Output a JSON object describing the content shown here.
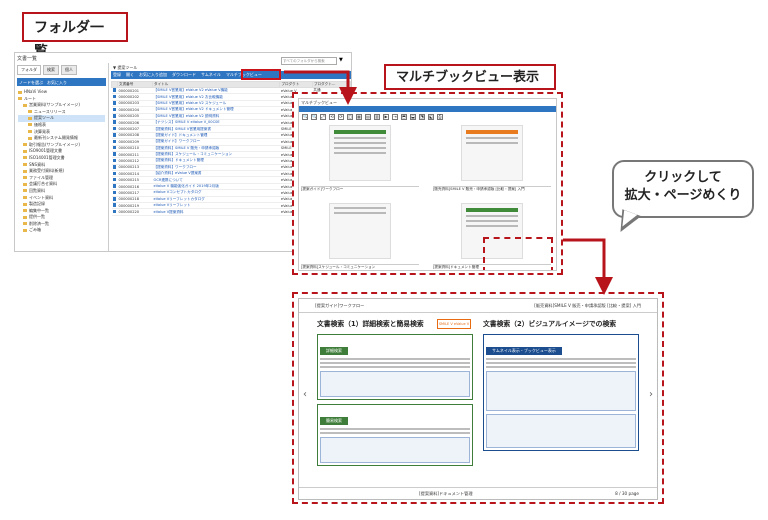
{
  "labels": {
    "folder_list": "フォルダ一覧",
    "multi_book_view": "マルチブックビュー表示",
    "bubble_line1": "クリックして",
    "bubble_line2": "拡大・ページめくり"
  },
  "app": {
    "title": "文書一覧",
    "left_tabs": [
      "フォルダ",
      "検索",
      "個人"
    ],
    "left_toolbar": "ノードを選ぶ　お気に入り",
    "tree": [
      {
        "label": "HNaVi View",
        "selected": false
      },
      {
        "label": "ルート",
        "selected": false
      },
      {
        "label": "営業資料(サンプルイメージ)",
        "selected": false
      },
      {
        "label": "ニュースリリース",
        "selected": false
      },
      {
        "label": "提案ツール",
        "selected": true
      },
      {
        "label": "価格表",
        "selected": false
      },
      {
        "label": "決算発表",
        "selected": false
      },
      {
        "label": "最新刊システム開発情報",
        "selected": false
      },
      {
        "label": "取引報告(サンプルイメージ)",
        "selected": false
      },
      {
        "label": "ISO9001管理文書",
        "selected": false
      },
      {
        "label": "ISO14001管理文書",
        "selected": false
      },
      {
        "label": "SNS資料",
        "selected": false
      },
      {
        "label": "業務受付資料(新規)",
        "selected": false
      },
      {
        "label": "ファイル管理",
        "selected": false
      },
      {
        "label": "会議打合せ資料",
        "selected": false
      },
      {
        "label": "回覧資料",
        "selected": false
      },
      {
        "label": "イベント資料",
        "selected": false
      },
      {
        "label": "製造記録",
        "selected": false
      },
      {
        "label": "編集中一覧",
        "selected": false
      },
      {
        "label": "提供一覧",
        "selected": false
      },
      {
        "label": "削除済一覧",
        "selected": false
      },
      {
        "label": "ごみ箱",
        "selected": false
      }
    ],
    "search_placeholder": "すべてのフォルダから検索",
    "breadcrumb": "▼ 提案ツール",
    "toolbar": [
      "登録",
      "開く",
      "お気に入り追加",
      "ダウンロード",
      "サムネイル",
      "マルチブックビュー"
    ],
    "columns": [
      "",
      "文書番号",
      "タイトル",
      "プロダクト",
      "プロダクト…"
    ],
    "rows": [
      [
        "000000201",
        "【SMILE V営業用】eValue V2 eValue V機能",
        "eValue V",
        "共通"
      ],
      [
        "000000202",
        "【SMILE V営業用】eValue V2 お比較機能",
        "eValue V",
        "ドキュメン"
      ],
      [
        "000000203",
        "【SMILE V営業用】eValue V2 スケジュール",
        "eValue V",
        "スケジューラ"
      ],
      [
        "000000204",
        "【SMILE V営業用】eValue V2 ドキュメント管理",
        "eValue V",
        "ドキュメン"
      ],
      [
        "000000205",
        "【SMILE V営業用】eValue V2 説明資料",
        "eValue V",
        "ドキュメン"
      ],
      [
        "000000206",
        "【ナツシス】SMILE V eValue V_00C0E",
        "eValue V",
        "共通"
      ],
      [
        "000000207",
        "【提案資料】SMILE V営業用提案書",
        "SMILE V",
        "共通"
      ],
      [
        "000000208",
        "【提案ガイド】ドキュメント管理",
        "eValue V",
        "ドキュメン"
      ],
      [
        "000000209",
        "【提案ガイド】ワークフロー",
        "eValue V",
        "ワークフロー"
      ],
      [
        "000000210",
        "【提案資料】SMILE V 販売・申請承認版",
        "SMILE V",
        "共通"
      ],
      [
        "000000211",
        "【提案資料】スケジュール・コミュニケーション",
        "eValue V",
        "スケジューラ"
      ],
      [
        "000000212",
        "【提案資料】ドキュメント管理",
        "eValue V",
        "ドキュメン"
      ],
      [
        "000000213",
        "【提案資料】ワークフロー",
        "eValue V",
        "ワークフロー"
      ],
      [
        "000000214",
        "【紹介資料】eValue V提案書",
        "eValue V",
        "共通"
      ],
      [
        "000000215",
        "OCR連携について",
        "eValue V",
        "ワークフロー"
      ],
      [
        "000000216",
        "eValue V 機能強化ガイド 2019年2月版",
        "eValue V",
        "共通"
      ],
      [
        "000000217",
        "eValue Vコンセプトカタログ",
        "eValue V",
        "共通"
      ],
      [
        "000000218",
        "eValue Vリーフレットカタログ",
        "eValue V",
        "共通"
      ],
      [
        "000000219",
        "eValue Vリーフレット",
        "eValue V",
        "共通"
      ],
      [
        "000000220",
        "eValue V提案資料",
        "eValue V",
        "共通"
      ]
    ]
  },
  "mbv": {
    "title": "マルチブックビュー",
    "tools": [
      "🔍",
      "🔍",
      "⤢",
      "⟲",
      "⟳",
      "◫",
      "▦",
      "▤",
      "▥",
      "▶",
      "⇥",
      "⬒",
      "⬓",
      "⬔",
      "⬕",
      "⎙"
    ],
    "captions": [
      "[提案ガイド]ワークフロー",
      "[販売資料]SMILE V 販売・申請承認版 [比較・提案] 入門",
      "[提案資料]スケジュール・コミュニケーション",
      "[提案資料]ドキュメント管理"
    ]
  },
  "bigview": {
    "top_left": "[提案ガイド]ワークフロー",
    "top_right": "[販売資料]SMILE V 販売・申請承認版 [比較・提案] 入門",
    "left_heading": "文書検索（1）詳細検索と簡易検索",
    "right_heading": "文書検索（2）ビジュアルイメージでの検索",
    "logo": "SMILE V eValue V",
    "tag_detail": "詳細検索",
    "tag_simple": "簡易検索",
    "tag_visual": "サムネイル表示・ブックビュー表示",
    "caption": "[提案資料]ドキュメント管理",
    "page_number": "8 / 30 page"
  }
}
